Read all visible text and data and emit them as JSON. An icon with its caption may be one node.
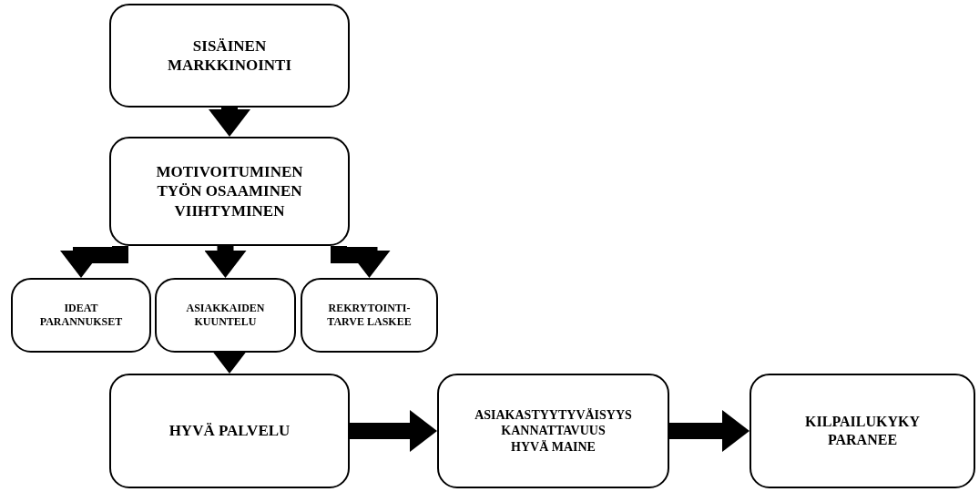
{
  "diagram": {
    "nodes": [
      {
        "text": [
          "SISÄINEN MARKKINOINTI"
        ]
      },
      {
        "text": [
          "MOTIVOITUMINEN",
          "TYÖN OSAAMINEN",
          "VIIHTYMINEN"
        ]
      },
      {
        "text": [
          "IDEAT",
          "PARANNUKSET"
        ]
      },
      {
        "text": [
          "ASIAKKAIDEN KUUNTELU"
        ]
      },
      {
        "text": [
          "REKRYTOINTI-TARVE LASKEE"
        ]
      },
      {
        "text": [
          "HYVÄ PALVELU"
        ]
      },
      {
        "text": [
          "ASIAKASTYYTYVÄISYYS",
          "KANNATTAVUUS",
          "HYVÄ MAINE"
        ]
      },
      {
        "text": [
          "KILPAILUKYKY PARANEE"
        ]
      }
    ],
    "edges": [
      {
        "from": 0,
        "to": 1,
        "arrow": "to"
      },
      {
        "from": 1,
        "to": 2,
        "arrow": "to"
      },
      {
        "from": 1,
        "to": 3,
        "arrow": "to"
      },
      {
        "from": 1,
        "to": 4,
        "arrow": "to"
      },
      {
        "from": 3,
        "to": 5,
        "arrow": "to"
      },
      {
        "from": 5,
        "to": 6,
        "arrow": "to"
      },
      {
        "from": 6,
        "to": 7,
        "arrow": "to"
      }
    ]
  }
}
